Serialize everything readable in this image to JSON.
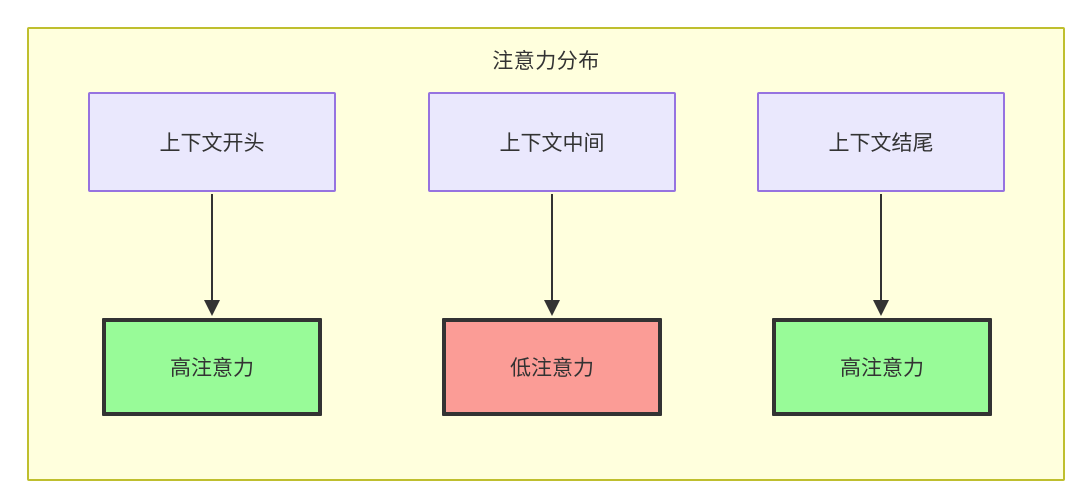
{
  "diagram": {
    "title": "注意力分布",
    "container": {
      "name": "attention-distribution-subgraph",
      "fill": "#ffffdd",
      "border": "#bfbf2e"
    },
    "colors": {
      "source_fill": "#eae8fd",
      "source_border": "#9673e0",
      "high_fill": "#98fb98",
      "low_fill": "#fb9c96",
      "result_border": "#333333",
      "edge": "#333333",
      "text": "#333333"
    },
    "source_nodes": [
      {
        "id": "context-start",
        "label": "上下文开头"
      },
      {
        "id": "context-middle",
        "label": "上下文中间"
      },
      {
        "id": "context-end",
        "label": "上下文结尾"
      }
    ],
    "result_nodes": [
      {
        "id": "high-attention-start",
        "label": "高注意力",
        "level": "high"
      },
      {
        "id": "low-attention-middle",
        "label": "低注意力",
        "level": "low"
      },
      {
        "id": "high-attention-end",
        "label": "高注意力",
        "level": "high"
      }
    ],
    "edges": [
      {
        "from": "context-start",
        "to": "high-attention-start",
        "label": ""
      },
      {
        "from": "context-middle",
        "to": "low-attention-middle",
        "label": ""
      },
      {
        "from": "context-end",
        "to": "high-attention-end",
        "label": ""
      }
    ]
  }
}
